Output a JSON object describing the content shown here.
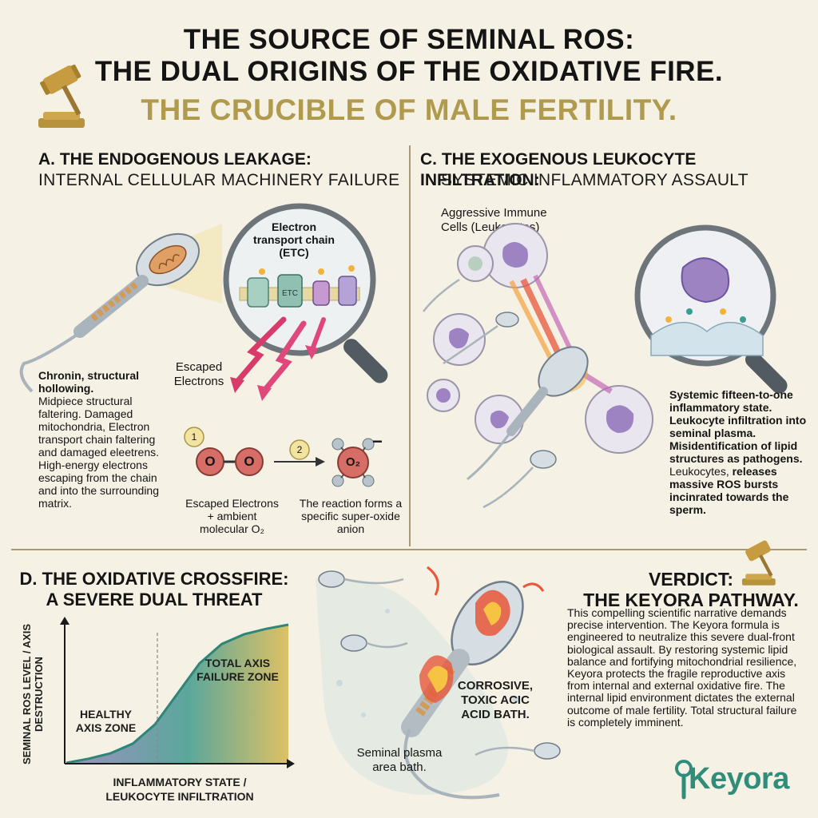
{
  "header": {
    "title_line1": "THE SOURCE OF SEMINAL ROS:",
    "title_line2": "THE DUAL ORIGINS OF THE OXIDATIVE FIRE.",
    "subtitle": "THE CRUCIBLE OF MALE FERTILITY."
  },
  "panel_a": {
    "heading": "A. THE ENDOGENOUS LEAKAGE:",
    "subheading": "INTERNAL CELLULAR MACHINERY FAILURE",
    "etc_label": "Electron transport chain (ETC)",
    "etc_box": "ETC",
    "escaped_label": "Escaped Electrons",
    "side_bold": "Chronin, structural hollowing.",
    "side_text": "Midpiece structural faltering. Damaged mitochondria, Electron transport chain faltering and damaged eleetrens. High-energy electrons escaping from the chain and into the surrounding matrix.",
    "step1_num": "1",
    "step2_num": "2",
    "o_atom": "O",
    "o2_label": "O₂",
    "o2_charge": "−",
    "step1_caption": "Escaped Electrons + ambient molecular O₂",
    "step2_caption": "The reaction forms a specific super-oxide anion"
  },
  "panel_c": {
    "heading": "C. THE EXOGENOUS LEUKOCYTE INFILTRATION:",
    "subheading": "SYSTEMIC INFLAMMATORY ASSAULT",
    "immune_label": "Aggressive Immune Cells (Leukocytes)",
    "side_bold": "Systemic fifteen-to-one inflammatory state. Leukocyte infiltration into seminal plasma. Misidentification of lipid structures as pathogens.",
    "side_text": "Leukocytes,",
    "side_text_bold2": "releases massive ROS bursts incinrated towards the sperm."
  },
  "panel_d": {
    "heading_line1": "D. THE OXIDATIVE CROSSFIRE:",
    "heading_line2": "A SEVERE DUAL THREAT",
    "corrosive_label": "CORROSIVE, TOXIC ACIC ACID BATH.",
    "plasma_label": "Seminal plasma area bath."
  },
  "verdict": {
    "heading_line1": "VERDICT:",
    "heading_line2": "THE KEYORA PATHWAY.",
    "body": "This compelling scientific narrative demands precise intervention. The Keyora formula is engineered to neutralize this severe dual-front biological assault. By restoring systemic lipid balance and fortifying mitochondrial resilience, Keyora protects the fragile reproductive axis from internal and external oxidative fire. The internal lipid environment dictates the external outcome of male fertility. Total structural failure is completely imminent.",
    "logo_text": "Keyora"
  },
  "chart_data": {
    "type": "area",
    "ylabel": "SEMINAL ROS LEVEL / AXIS DESTRUCTION",
    "xlabel": "INFLAMMATORY STATE / LEUKOCYTE INFILTRATION",
    "zones": [
      "HEALTHY AXIS ZONE",
      "TOTAL AXIS FAILURE ZONE"
    ],
    "zone_boundary": 0.41,
    "x": [
      0,
      0.1,
      0.2,
      0.3,
      0.4,
      0.5,
      0.6,
      0.7,
      0.8,
      0.9,
      1.0
    ],
    "values": [
      0.0,
      0.03,
      0.07,
      0.14,
      0.28,
      0.5,
      0.72,
      0.86,
      0.93,
      0.97,
      1.0
    ],
    "colors": {
      "healthy": "#8e7fb8",
      "mid": "#3f9a8f",
      "failure": "#d9b84e"
    }
  },
  "colors": {
    "accent_gold": "#b09a4e",
    "keyora_teal": "#2f8d7a",
    "flame": "#e8573a",
    "leukocyte": "#9d83c2"
  }
}
